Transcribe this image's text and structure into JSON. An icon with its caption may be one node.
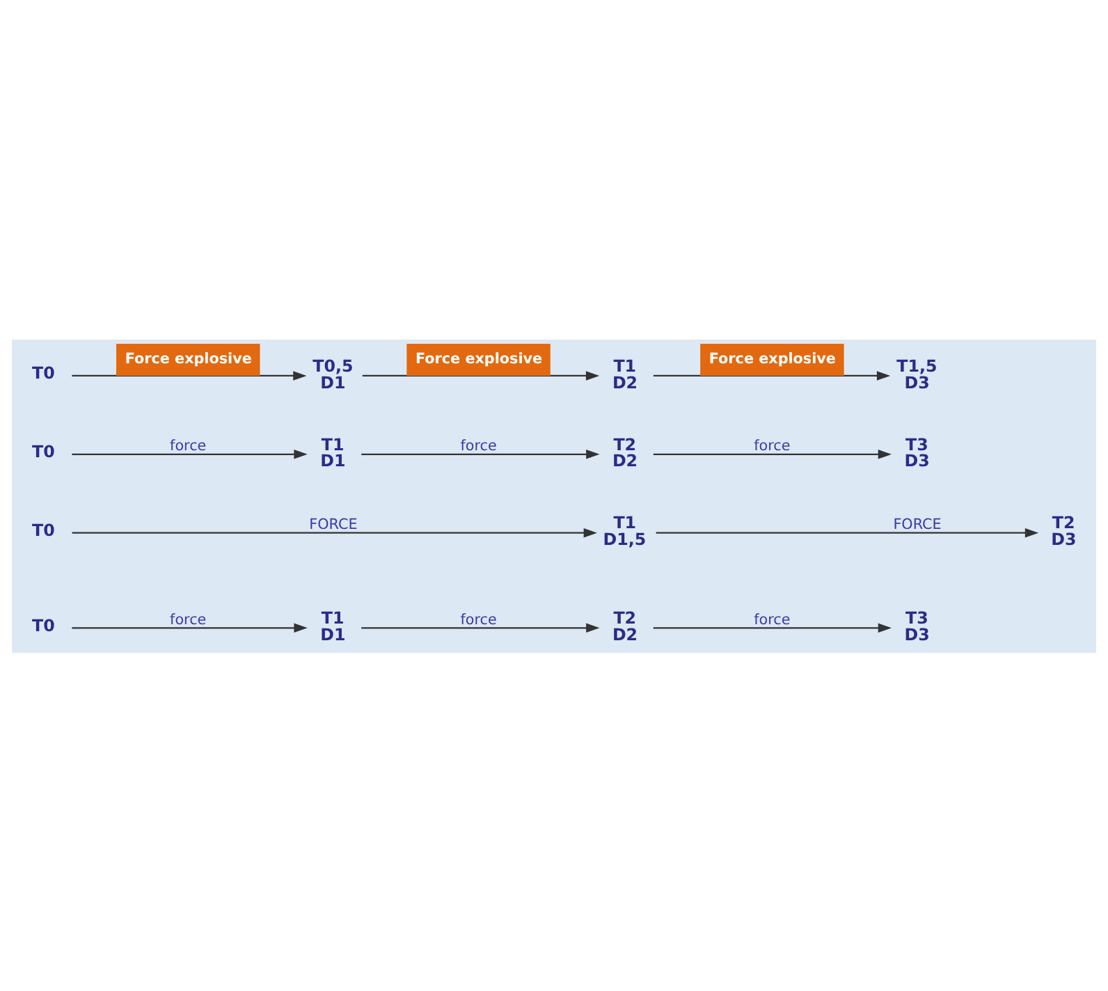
{
  "diagram": {
    "nodes": [
      {
        "text": [
          "T0"
        ]
      },
      {
        "text": [
          "T1",
          "D1"
        ]
      },
      {
        "text": [
          "T2",
          "D2"
        ]
      },
      {
        "text": [
          "T3",
          "D3"
        ]
      },
      {
        "text": [
          "T0"
        ]
      },
      {
        "text": [
          "T1",
          "D1,5"
        ]
      },
      {
        "text": [
          "T2",
          "D3"
        ]
      },
      {
        "text": [
          "T0"
        ]
      },
      {
        "text": [
          "T1",
          "D1"
        ]
      },
      {
        "text": [
          "T2",
          "D2"
        ]
      },
      {
        "text": [
          "T3",
          "D3"
        ]
      },
      {
        "text": [
          "T0"
        ]
      },
      {
        "text": [
          "T0,5",
          "D1"
        ]
      },
      {
        "text": [
          "T1",
          "D2"
        ]
      },
      {
        "text": [
          "T1,5",
          "D3"
        ]
      }
    ],
    "edges": [
      {
        "from": 0,
        "to": 1,
        "arrow": "to",
        "label": "force"
      },
      {
        "from": 1,
        "to": 2,
        "arrow": "to",
        "label": "force"
      },
      {
        "from": 2,
        "to": 3,
        "arrow": "to",
        "label": "force"
      },
      {
        "from": 4,
        "to": 5,
        "arrow": "to",
        "label": "FORCE"
      },
      {
        "from": 5,
        "to": 6,
        "arrow": "to",
        "label": "FORCE"
      },
      {
        "from": 7,
        "to": 8,
        "arrow": "to",
        "label": "force"
      },
      {
        "from": 8,
        "to": 9,
        "arrow": "to",
        "label": "force"
      },
      {
        "from": 9,
        "to": 10,
        "arrow": "to",
        "label": "force"
      },
      {
        "from": 11,
        "to": 12,
        "arrow": "to",
        "label": "Force explosive"
      },
      {
        "from": 12,
        "to": 13,
        "arrow": "to",
        "label": "Force explosive"
      },
      {
        "from": 13,
        "to": 14,
        "arrow": "to",
        "label": "Force explosive"
      }
    ]
  }
}
